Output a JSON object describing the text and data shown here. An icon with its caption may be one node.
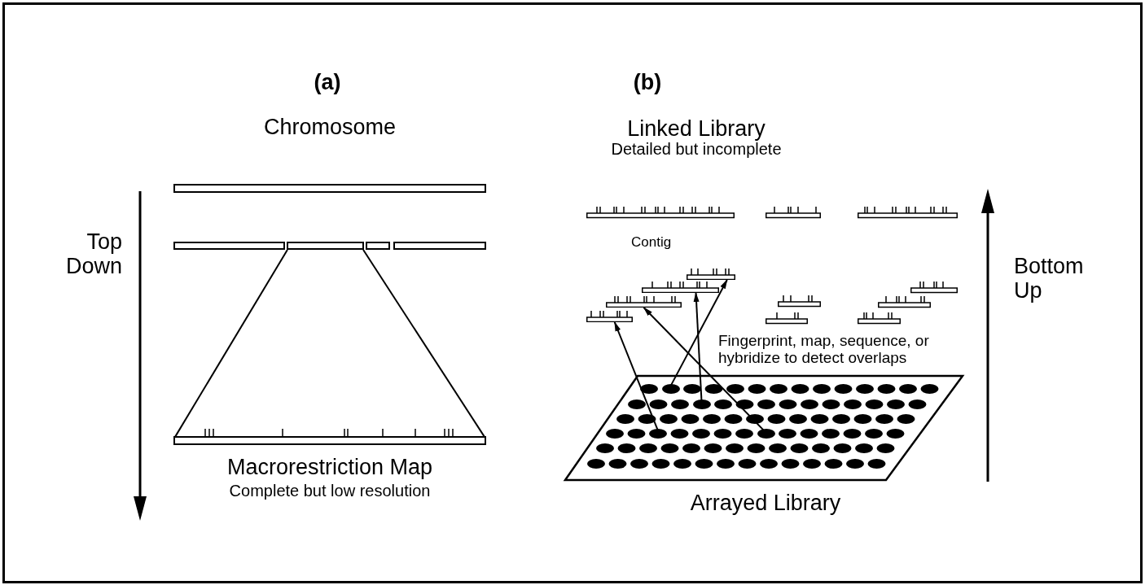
{
  "diagram": {
    "nodes": [
      {
        "text": [
          "Chromosome"
        ]
      },
      {
        "text": [],
        "shape": "bar"
      },
      {
        "text": [],
        "shape": "bar"
      },
      {
        "text": [],
        "shape": "bar"
      },
      {
        "text": [],
        "shape": "bar"
      },
      {
        "text": [
          "Macrorestriction Map",
          "Complete but low resolution"
        ]
      },
      {
        "text": [],
        "shape": "bar"
      },
      {
        "text": [],
        "shape": "bar"
      },
      {
        "text": [],
        "shape": "bar"
      },
      {
        "text": [],
        "shape": "bar"
      },
      {
        "text": [
          "Arrayed Library"
        ]
      },
      {
        "text": [],
        "shape": "circle",
        "in": 10
      },
      {
        "text": [],
        "shape": "circle",
        "in": 10
      },
      {
        "text": [],
        "shape": "circle",
        "in": 10
      },
      {
        "text": [],
        "shape": "circle",
        "in": 10
      }
    ],
    "edges": [
      {
        "from": 2,
        "to": 5,
        "arrow": "none"
      },
      {
        "from": 2,
        "to": 5,
        "arrow": "none"
      },
      {
        "from": 11,
        "to": 6,
        "arrow": "to"
      },
      {
        "from": 12,
        "to": 7,
        "arrow": "to"
      },
      {
        "from": 13,
        "to": 9,
        "arrow": "to"
      },
      {
        "from": 14,
        "to": 8,
        "arrow": "to"
      }
    ],
    "labels": [
      "(a)",
      "(b)",
      "Top Down",
      "Linked Library",
      "Detailed but incomplete",
      "Contig",
      "Bottom Up",
      "Fingerprint, map, sequence, or hybridize to detect overlaps"
    ]
  }
}
